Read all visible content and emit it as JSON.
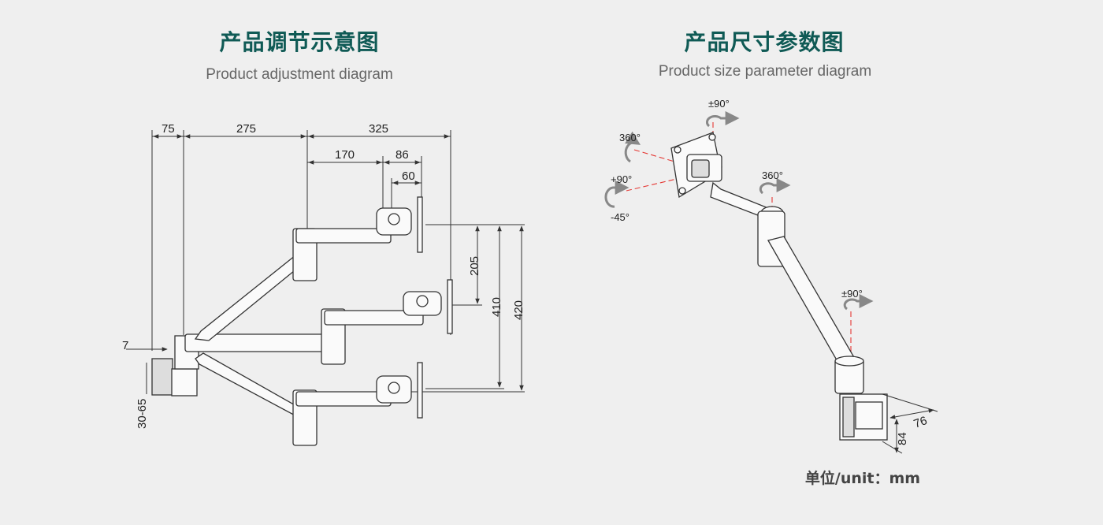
{
  "left_panel": {
    "title": "产品调节示意图",
    "subtitle": "Product adjustment diagram",
    "dimensions": {
      "d75": "75",
      "d275": "275",
      "d325": "325",
      "d170": "170",
      "d86": "86",
      "d60": "60",
      "d7": "7",
      "d30_65": "30-65",
      "d205": "205",
      "d410": "410",
      "d420": "420"
    }
  },
  "right_panel": {
    "title": "产品尺寸参数图",
    "subtitle": "Product size parameter diagram",
    "angles": {
      "tilt_top": "±90°",
      "rotate_left": "360°",
      "tilt_up": "+90°",
      "tilt_down": "-45°",
      "swivel_mid": "360°",
      "swivel_base": "±90°"
    },
    "dimensions": {
      "d76": "76",
      "d84": "84"
    },
    "unit": "单位/unit：mm"
  },
  "colors": {
    "title": "#0f5a55",
    "background": "#efefef",
    "axis_red": "#e53935"
  }
}
